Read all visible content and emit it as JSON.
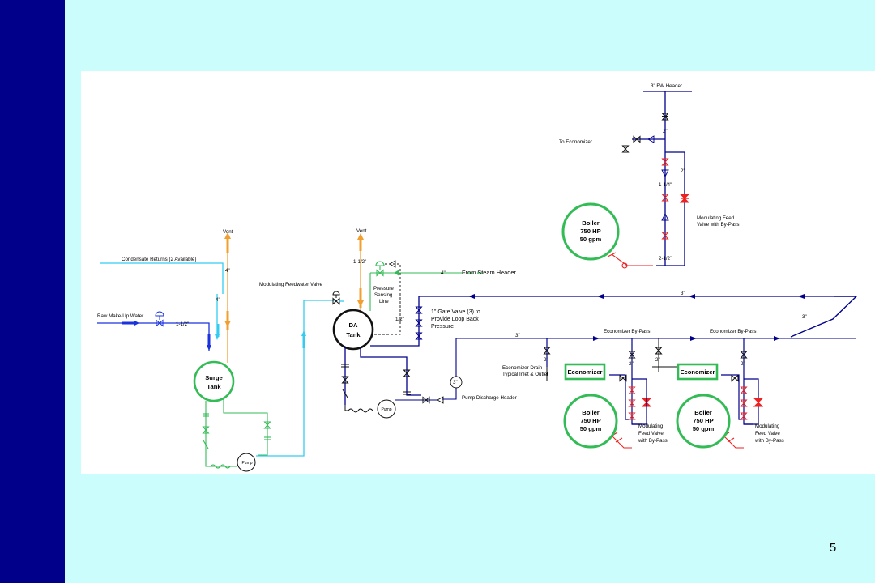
{
  "slide": {
    "number": "5"
  },
  "labels": {
    "vent_surge": "Vent",
    "vent_da": "Vent",
    "condensate_returns": "Condensate Returns (2 Available)",
    "raw_makeup": "Raw Make-Up Water",
    "modulating_feedwater_valve": "Modulating Feedwater Valve",
    "from_steam_header": "From Steam Header",
    "pressure_sensing_1": "Pressure",
    "pressure_sensing_2": "Sensing",
    "pressure_sensing_3": "Line",
    "gate_valve_1": "1\" Gate Valve (3) to",
    "gate_valve_2": "Provide Loop Back",
    "gate_valve_3": "Pressure",
    "pump_discharge_header": "Pump Discharge Header",
    "eco_drain_1": "Economizer Drain",
    "eco_drain_2": "Typical Inlet & Outlet",
    "eco_bypass_1": "Economizer By-Pass",
    "eco_bypass_2": "Economizer By-Pass",
    "fw_header": "3\" FW Header",
    "to_economizer": "To Economizer",
    "mod_feed_top_1": "Modulating Feed",
    "mod_feed_top_2": "Valve with By-Pass",
    "mod_feed_b1_1": "Modulating",
    "mod_feed_b1_2": "Feed Valve",
    "mod_feed_b1_3": "with By-Pass",
    "mod_feed_b2_1": "Modulating",
    "mod_feed_b2_2": "Feed Valve",
    "mod_feed_b2_3": "with By-Pass"
  },
  "sizes": {
    "s_4a": "4\"",
    "s_4b": "4\"",
    "s_1_5_raw": "1-1/2\"",
    "s_1_5_da": "1-1/2\"",
    "s_4_steam": "4\"",
    "s_half": "1/2\"",
    "s_3_circle": "3\"",
    "s_3_top1": "3\"",
    "s_3_right": "3\"",
    "s_3_mid": "3\"",
    "s_2_top": "2\"",
    "s_2_right": "2\"",
    "s_1_25": "1-1/4\"",
    "s_2_5": "2-1/2\"",
    "s_2_b1": "2\"",
    "s_2_b1b": "2\"",
    "s_2_b1c": "2\"",
    "s_2_b2": "2\""
  },
  "equipment": {
    "surge_tank_1": "Surge",
    "surge_tank_2": "Tank",
    "da_tank_1": "DA",
    "da_tank_2": "Tank",
    "pump_1": "Pump",
    "pump_2": "Pump",
    "economizer_1": "Economizer",
    "economizer_2": "Economizer",
    "boiler_top": [
      "Boiler",
      "750 HP",
      "50 gpm"
    ],
    "boiler_b1": [
      "Boiler",
      "750 HP",
      "50 gpm"
    ],
    "boiler_b2": [
      "Boiler",
      "750 HP",
      "50 gpm"
    ]
  },
  "colors": {
    "background": "#ccfdfd",
    "side_bar": "#00008b",
    "feedwater": "#00008b",
    "condensate": "#33ccf0",
    "vent": "#f0a030",
    "steam": "#33bb55",
    "equipment_green": "#33bb55",
    "valve_red": "#ee2222",
    "valve_dark": "#111111",
    "makeup": "#1a33dd"
  }
}
